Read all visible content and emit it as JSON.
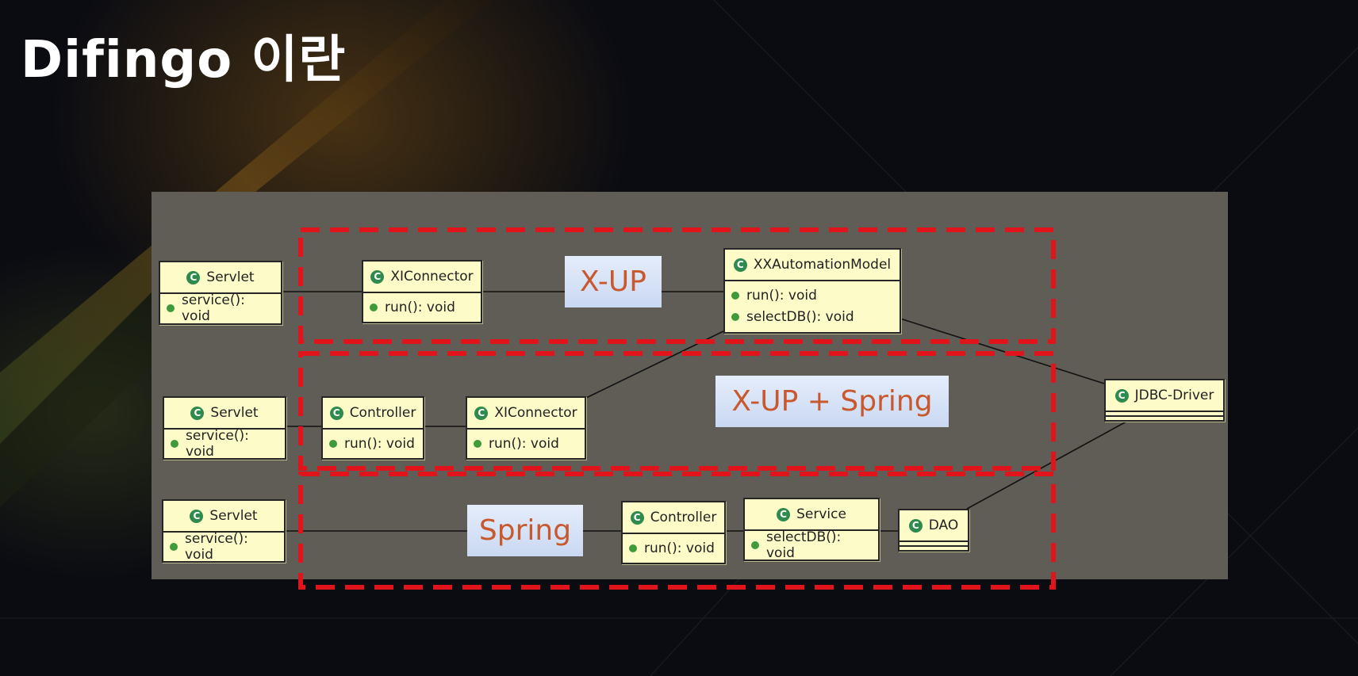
{
  "title": "Difingo 이란",
  "colors": {
    "panel": "#5f5d56",
    "class_fill": "#fdfcc9",
    "dashed_box": "#e0141a",
    "label_text": "#c8582e"
  },
  "groups": [
    {
      "label": "X-UP"
    },
    {
      "label": "X-UP + Spring"
    },
    {
      "label": "Spring"
    }
  ],
  "classes": {
    "servlet1": {
      "name": "Servlet",
      "members": [
        "service(): void"
      ]
    },
    "xiconnector1": {
      "name": "XIConnector",
      "members": [
        "run(): void"
      ]
    },
    "xxautomation": {
      "name": "XXAutomationModel",
      "members": [
        "run(): void",
        "selectDB(): void"
      ]
    },
    "jdbc": {
      "name": "JDBC-Driver",
      "members": []
    },
    "servlet2": {
      "name": "Servlet",
      "members": [
        "service(): void"
      ]
    },
    "controller2": {
      "name": "Controller",
      "members": [
        "run(): void"
      ]
    },
    "xiconnector2": {
      "name": "XIConnector",
      "members": [
        "run(): void"
      ]
    },
    "servlet3": {
      "name": "Servlet",
      "members": [
        "service(): void"
      ]
    },
    "controller3": {
      "name": "Controller",
      "members": [
        "run(): void"
      ]
    },
    "service3": {
      "name": "Service",
      "members": [
        "selectDB(): void"
      ]
    },
    "dao": {
      "name": "DAO",
      "members": []
    }
  },
  "icons": {
    "class": "class-c-icon",
    "member": "public-method-dot-icon"
  },
  "icon_glyph": "C"
}
